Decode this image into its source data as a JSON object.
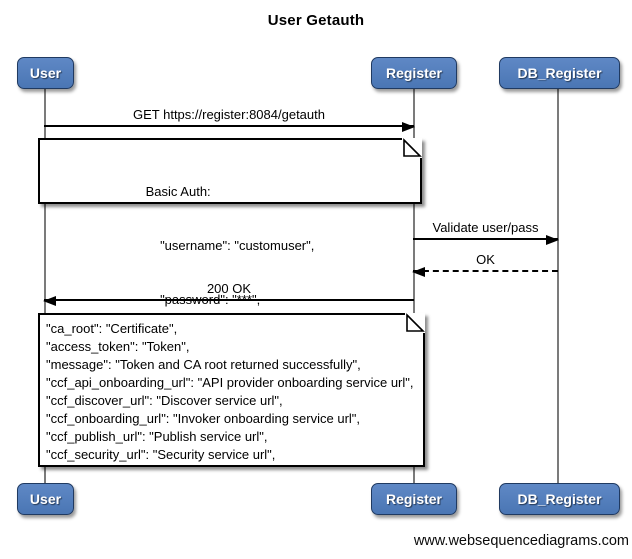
{
  "title": "User Getauth",
  "watermark": "www.websequencediagrams.com",
  "actors": [
    {
      "name": "User"
    },
    {
      "name": "Register"
    },
    {
      "name": "DB_Register"
    }
  ],
  "messages": [
    {
      "label": "GET https://register:8084/getauth",
      "from": "User",
      "to": "Register",
      "style": "solid"
    },
    {
      "label": "Validate user/pass",
      "from": "Register",
      "to": "DB_Register",
      "style": "solid"
    },
    {
      "label": "OK",
      "from": "DB_Register",
      "to": "Register",
      "style": "dashed"
    },
    {
      "label": "200 OK",
      "from": "Register",
      "to": "User",
      "style": "solid"
    }
  ],
  "notes": [
    {
      "over": [
        "User",
        "Register"
      ],
      "lines": [
        "Basic Auth:",
        "    \"username\": \"customuser\",",
        "    \"password\": \"***\","
      ]
    },
    {
      "over": [
        "User",
        "Register"
      ],
      "lines": [
        "\"ca_root\": \"Certificate\",",
        "\"access_token\": \"Token\",",
        "\"message\": \"Token and CA root returned successfully\",",
        "\"ccf_api_onboarding_url\": \"API provider onboarding service url\",",
        "\"ccf_discover_url\": \"Discover service url\",",
        "\"ccf_onboarding_url\": \"Invoker onboarding service url\",",
        "\"ccf_publish_url\": \"Publish service url\",",
        "\"ccf_security_url\": \"Security service url\","
      ]
    }
  ],
  "colors": {
    "actor_fill_top": "#5f88c5",
    "actor_fill_bottom": "#4a76b4",
    "actor_border": "#203a61",
    "actor_text": "#ffffff",
    "lifeline": "#7b7b7b",
    "arrow": "#000000",
    "note_bg": "#ffffff",
    "note_border": "#000000",
    "background": "#ffffff"
  }
}
